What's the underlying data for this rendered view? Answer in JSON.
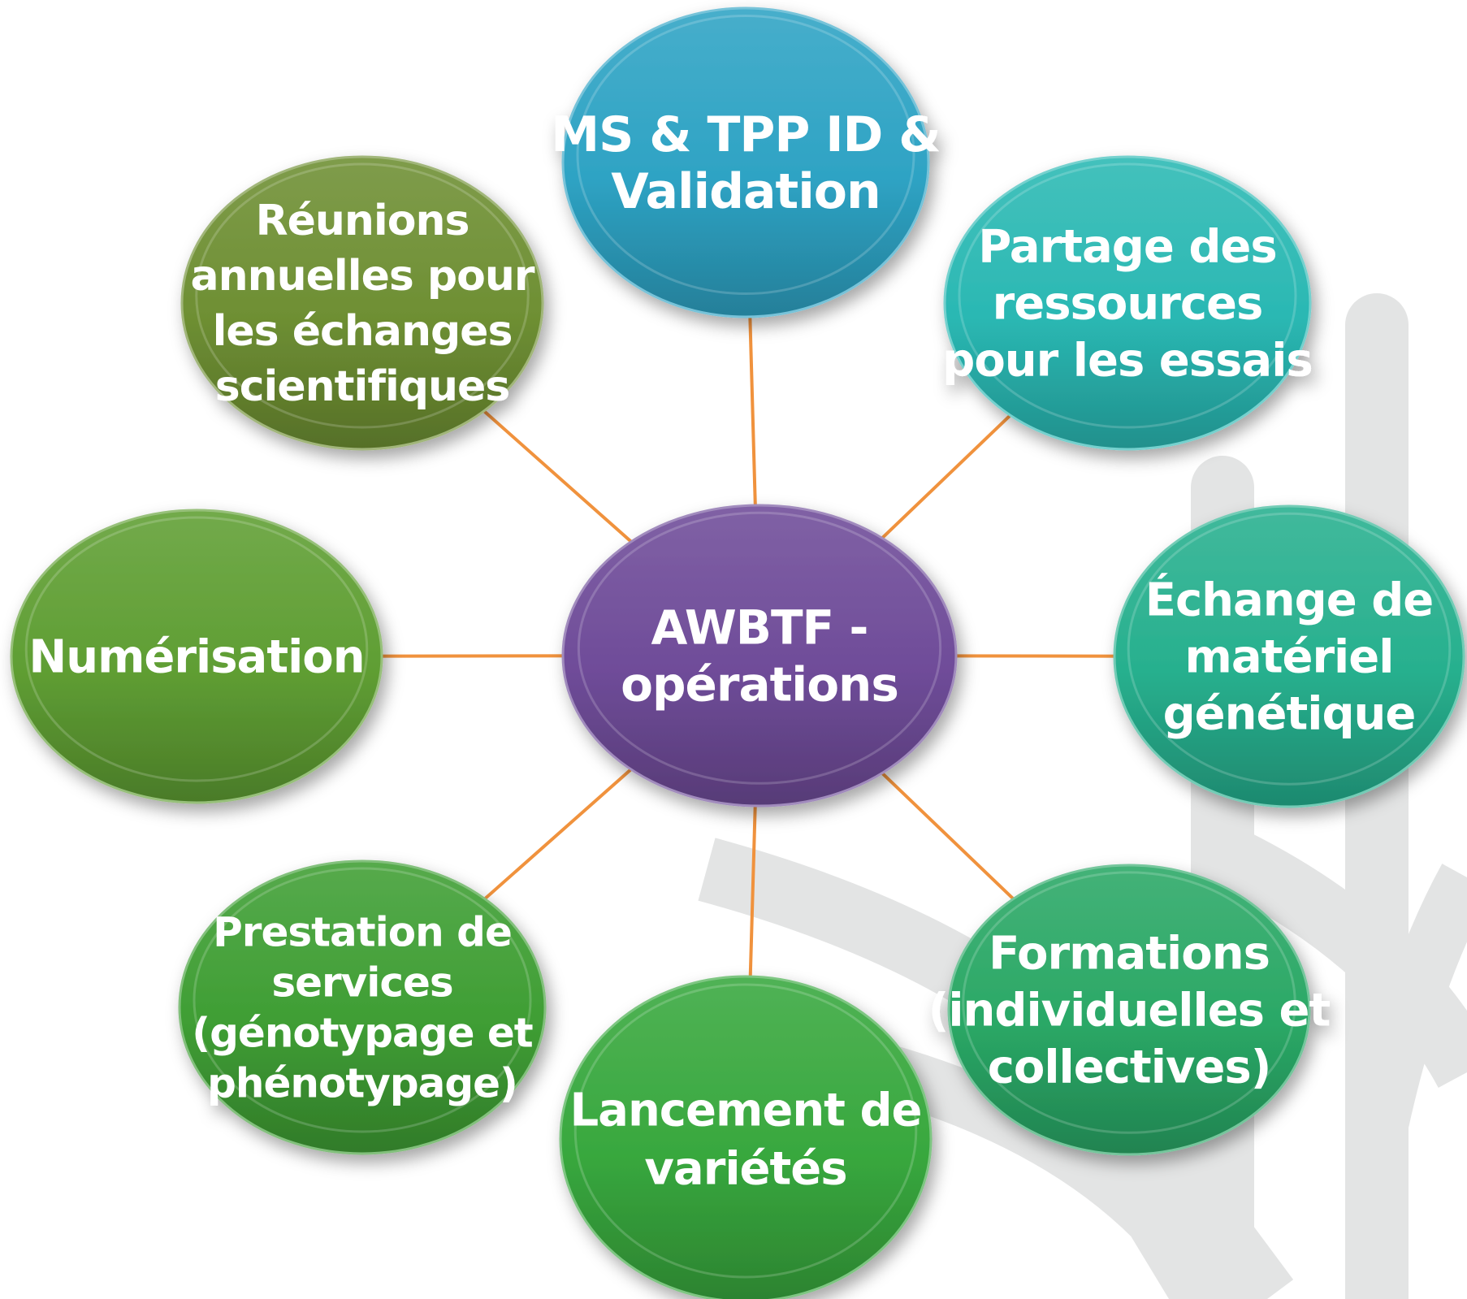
{
  "center": {
    "lines": [
      "AWBTF -",
      "opérations"
    ],
    "color": "#6f4c99"
  },
  "nodes": [
    {
      "id": "ms-tpp",
      "lines": [
        "MS & TPP ID &",
        "Validation"
      ],
      "color": "#2ea3c4"
    },
    {
      "id": "partage",
      "lines": [
        "Partage des",
        "ressources",
        "pour les essais"
      ],
      "color": "#2ab8b3"
    },
    {
      "id": "echange",
      "lines": [
        "Échange de",
        "matériel",
        "génétique"
      ],
      "color": "#27b08e"
    },
    {
      "id": "formations",
      "lines": [
        "Formations",
        "(individuelles et",
        "collectives)"
      ],
      "color": "#2aa866"
    },
    {
      "id": "lancement",
      "lines": [
        "Lancement de",
        "variétés"
      ],
      "color": "#38a83e"
    },
    {
      "id": "prestation",
      "lines": [
        "Prestation de",
        "services",
        "(génotypage et",
        "phénotypage)"
      ],
      "color": "#3f9e34"
    },
    {
      "id": "numerisation",
      "lines": [
        "Numérisation"
      ],
      "color": "#5f9e33"
    },
    {
      "id": "reunions",
      "lines": [
        "Réunions",
        "annuelles pour",
        "les échanges",
        "scientifiques"
      ],
      "color": "#6e8f33"
    }
  ],
  "connector_color": "#f0923d",
  "watermark_color": "#e3e4e4"
}
